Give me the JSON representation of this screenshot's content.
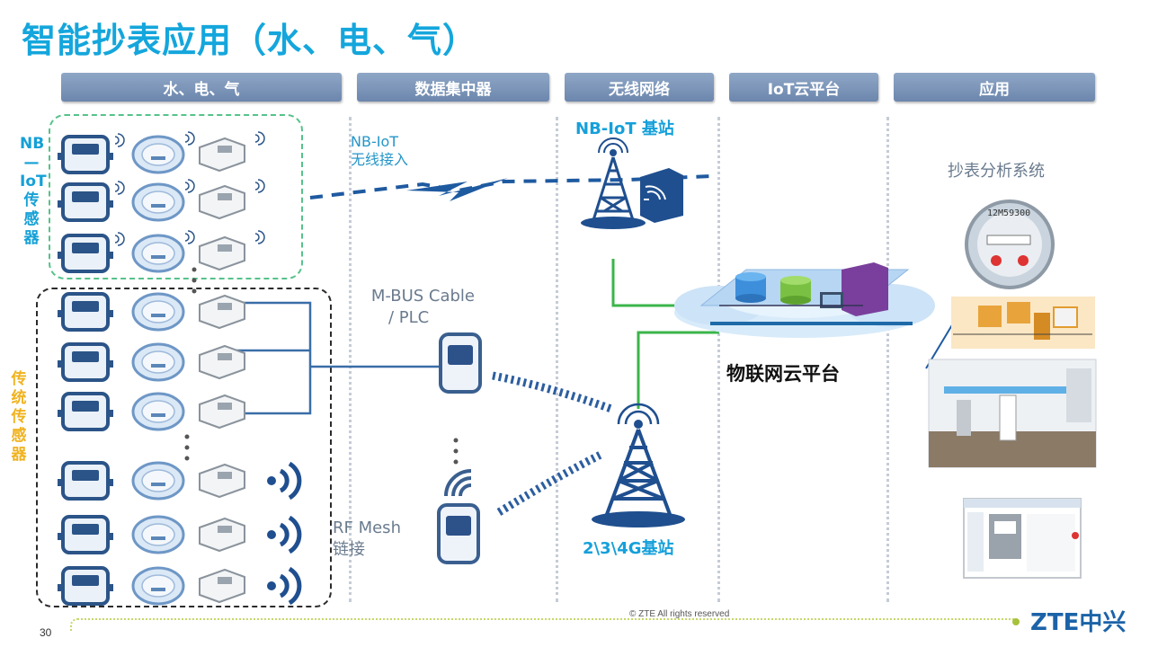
{
  "title": "智能抄表应用（水、电、气）",
  "columns": [
    {
      "label": "水、电、气"
    },
    {
      "label": "数据集中器"
    },
    {
      "label": "无线网络"
    },
    {
      "label": "IoT云平台"
    },
    {
      "label": "应用"
    }
  ],
  "groups": {
    "nb_iot_sensor": "NB—IoT传感器",
    "traditional_sensor": "传统传感器"
  },
  "labels": {
    "nb_iot_access_line1": "NB-IoT",
    "nb_iot_access_line2": "无线接入",
    "nb_iot_station": "NB-IoT 基站",
    "mbus_line1": "M-BUS Cable",
    "mbus_line2": "/ PLC",
    "rf_mesh_line1": "RF Mesh",
    "rf_mesh_line2": "链接",
    "cellular_station": "2\\3\\4G基站",
    "cloud_platform": "物联网云平台",
    "meter_analysis": "抄表分析系统",
    "meter_number": "12M59300"
  },
  "footer": {
    "copyright": "© ZTE All rights reserved",
    "page_number": "30",
    "logo": "ZTE中兴"
  },
  "colors": {
    "title": "#14a6dc",
    "header_bg": "#7890b5",
    "nb_group": "#55c28a",
    "traditional_label": "#f0b21e",
    "network_line": "#1e6aa8",
    "green_link": "#3bb54a"
  },
  "icons": [
    "gas-meter-icon",
    "water-meter-icon",
    "electric-meter-icon",
    "wireless-signal-icon",
    "cell-tower-icon",
    "concentrator-icon",
    "cloud-icon",
    "database-icon",
    "server-icon"
  ]
}
